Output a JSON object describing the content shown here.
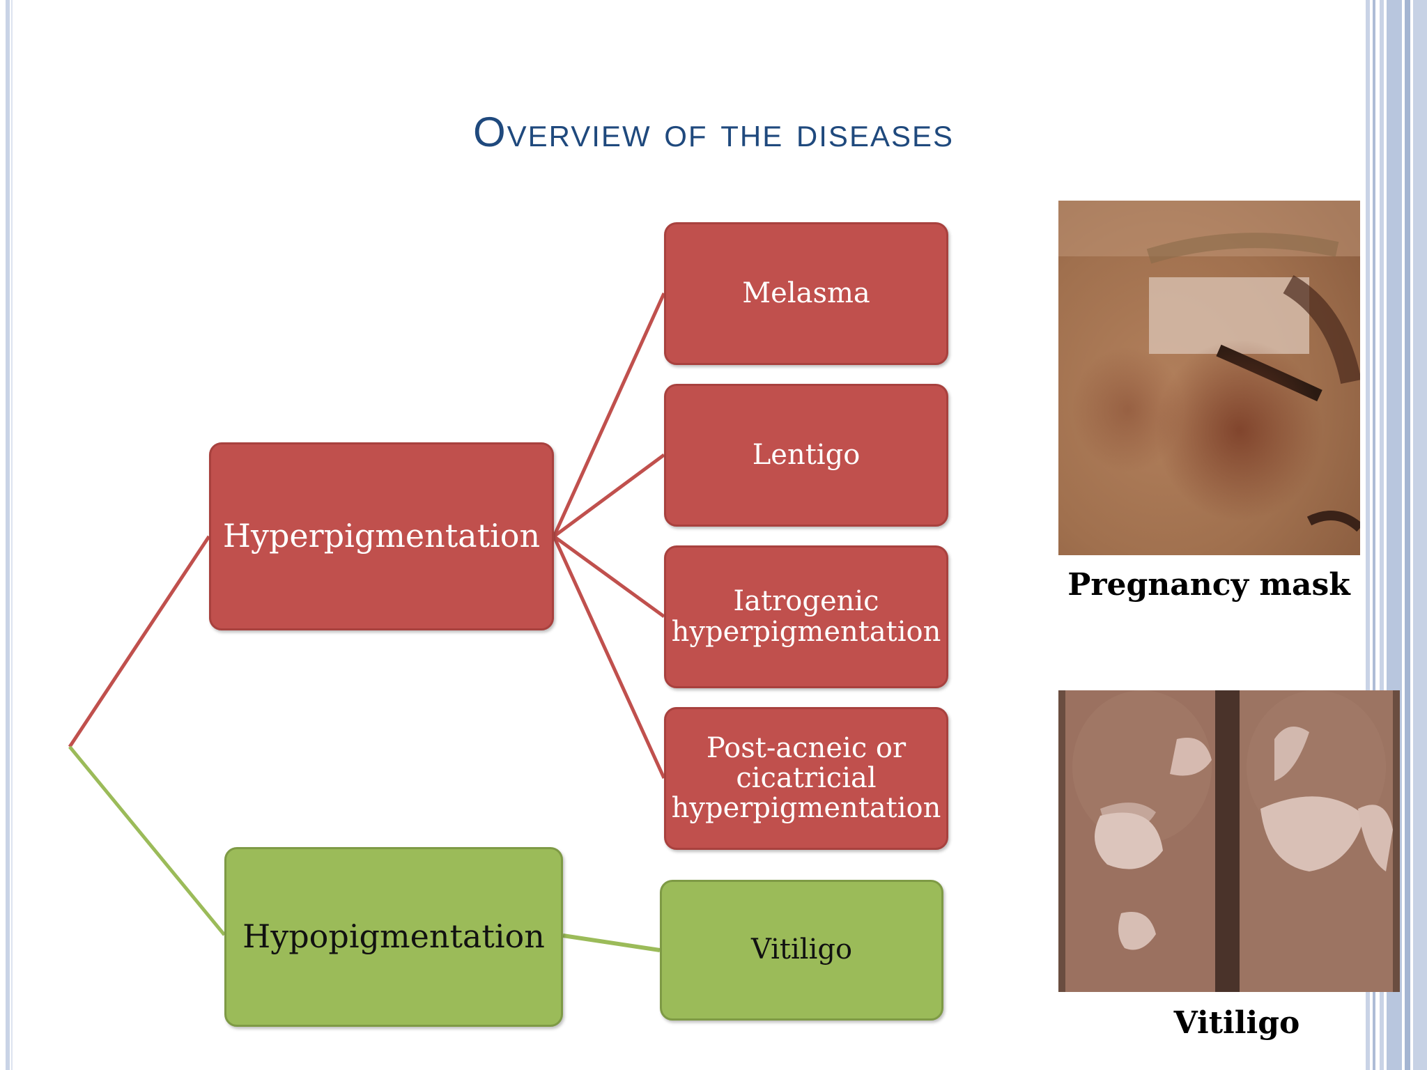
{
  "slide": {
    "title": "Overview of the diseases"
  },
  "diagram": {
    "hyper": {
      "label": "Hyperpigmentation"
    },
    "hypo": {
      "label": "Hypopigmentation"
    },
    "hyper_children": [
      {
        "label": "Melasma"
      },
      {
        "label": "Lentigo"
      },
      {
        "label": "Iatrogenic hyperpigmentation"
      },
      {
        "label": "Post-acneic or cicatricial hyperpigmentation"
      }
    ],
    "hypo_children": [
      {
        "label": "Vitiligo"
      }
    ],
    "colors": {
      "hyper": "#c0504d",
      "hypo": "#9bbb59",
      "hyper_line": "#c0504d",
      "hypo_line": "#9bbb59"
    }
  },
  "photos": {
    "melasma": {
      "caption": "Pregnancy mask",
      "icon": "face-skin-photo"
    },
    "vitiligo": {
      "caption": "Vitiligo",
      "icon": "knees-skin-photo"
    }
  }
}
